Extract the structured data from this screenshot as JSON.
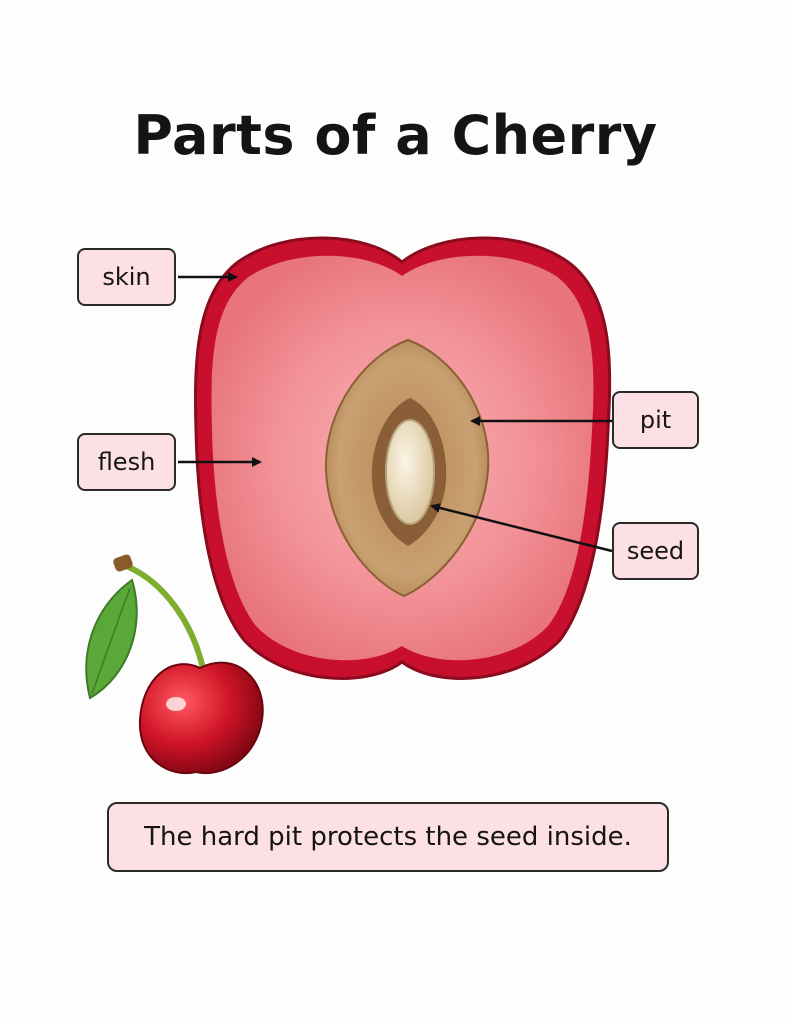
{
  "title": "Parts of a Cherry",
  "labels": {
    "skin": "skin",
    "flesh": "flesh",
    "pit": "pit",
    "seed": "seed"
  },
  "caption": "The hard pit protects the seed inside.",
  "colors": {
    "label_fill": "#fde0e3",
    "skin": "#c8102e",
    "flesh": "#f08a8f",
    "pit": "#c69c6d",
    "seed": "#efe3c8",
    "leaf": "#5aa83a",
    "stem": "#7fae2e"
  },
  "icons": {
    "cherry_illustration": "whole-cherry-icon",
    "leaf": "leaf-icon"
  }
}
